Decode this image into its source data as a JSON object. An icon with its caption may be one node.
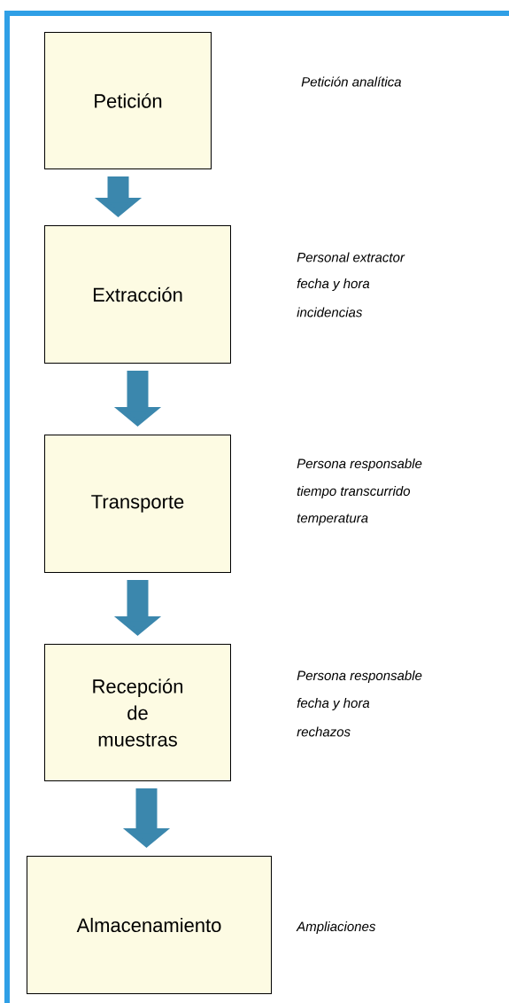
{
  "diagram": {
    "labels": [
      "Petición analítica"
    ],
    "nodes": [
      {
        "text": [
          "Petición"
        ]
      },
      {
        "text": [
          "Extracción"
        ],
        "beside": [
          "Personal extractor",
          "fecha y hora",
          "incidencias"
        ]
      },
      {
        "text": [
          "Transporte"
        ],
        "beside": [
          "Persona responsable",
          "tiempo transcurrido",
          "temperatura"
        ]
      },
      {
        "text": [
          "Recepción de muestras"
        ],
        "beside": [
          "Persona responsable",
          "fecha y hora",
          "rechazos"
        ]
      },
      {
        "text": [
          "Almacenamiento"
        ],
        "beside": [
          "Ampliaciones"
        ]
      }
    ],
    "edges": [
      {
        "from": 0,
        "to": 1,
        "arrow": "to"
      },
      {
        "from": 1,
        "to": 2,
        "arrow": "to"
      },
      {
        "from": 2,
        "to": 3,
        "arrow": "to"
      },
      {
        "from": 3,
        "to": 4,
        "arrow": "to"
      }
    ]
  }
}
